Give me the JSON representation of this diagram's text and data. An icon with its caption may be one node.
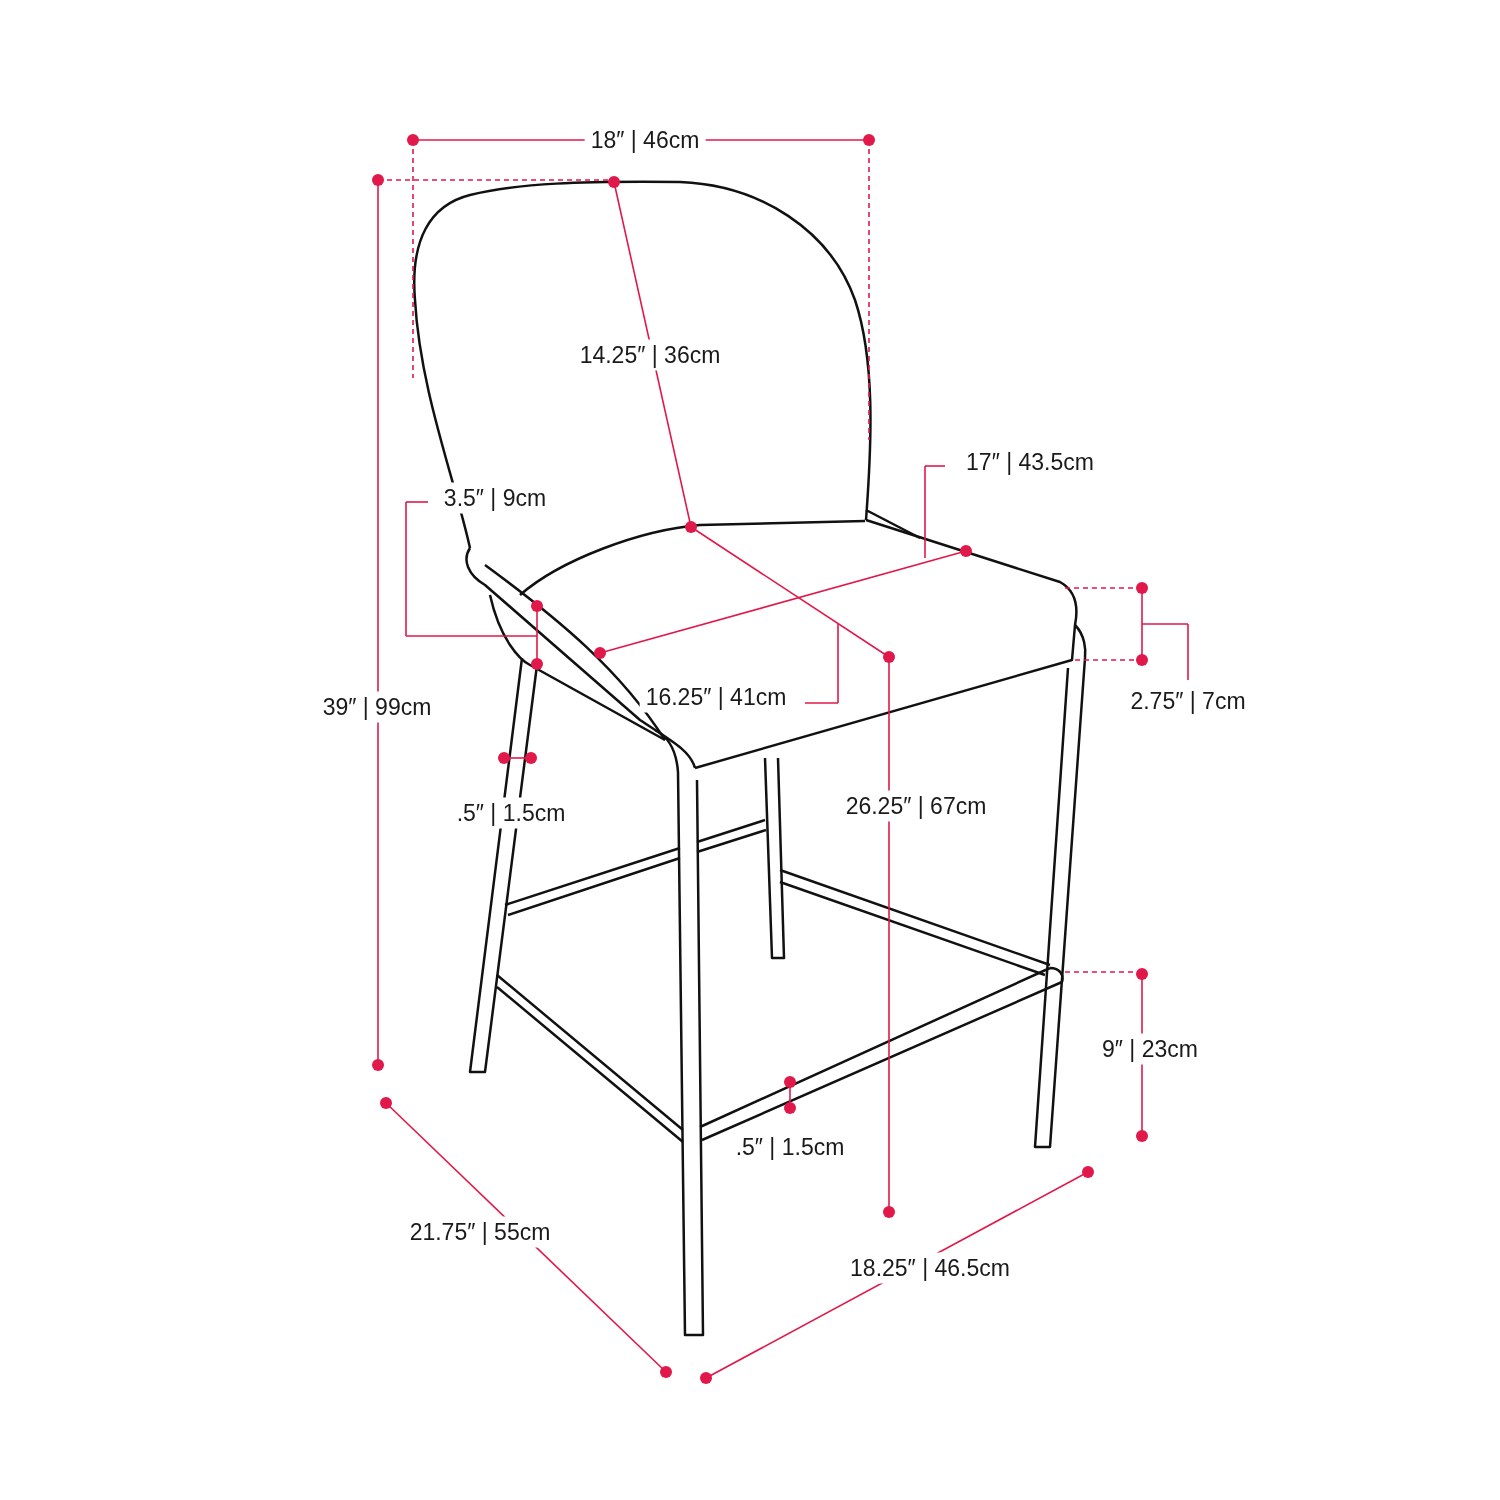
{
  "diagram": {
    "labels": [
      "18″ | 46cm",
      "14.25″ | 36cm",
      "17″ | 43.5cm",
      "3.5″ | 9cm",
      "16.25″ | 41cm",
      "2.75″ | 7cm",
      "39″ | 99cm",
      "26.25″ | 67cm",
      ".5″ | 1.5cm",
      "9″ | 23cm",
      ".5″ | 1.5cm",
      "21.75″ | 55cm",
      "18.25″ | 46.5cm"
    ]
  }
}
